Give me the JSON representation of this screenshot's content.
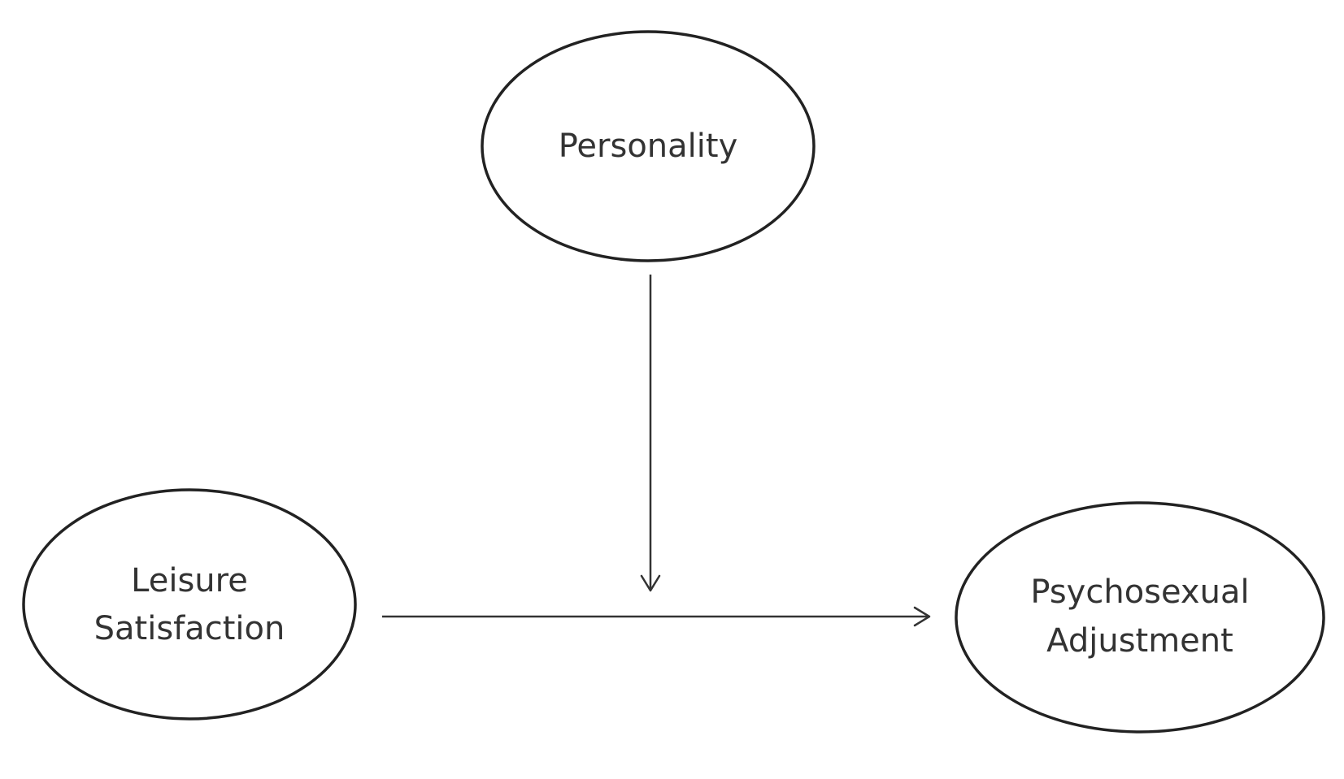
{
  "nodes": {
    "personality": {
      "lines": [
        "Personality"
      ]
    },
    "leisure": {
      "lines": [
        "Leisure",
        "Satisfaction"
      ]
    },
    "psychosexual": {
      "lines": [
        "Psychosexual",
        "Adjustment"
      ]
    }
  },
  "colors": {
    "stroke": "#222222",
    "text": "#333333",
    "background": "#ffffff"
  }
}
